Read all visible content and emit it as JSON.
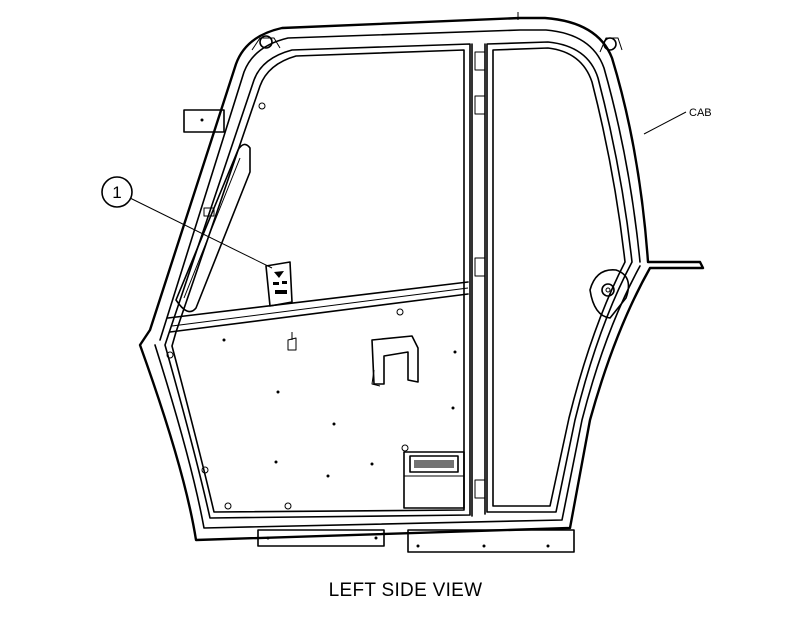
{
  "diagram": {
    "view_title": "LEFT SIDE VIEW",
    "callout_number": "1",
    "cab_label": "CAB"
  }
}
